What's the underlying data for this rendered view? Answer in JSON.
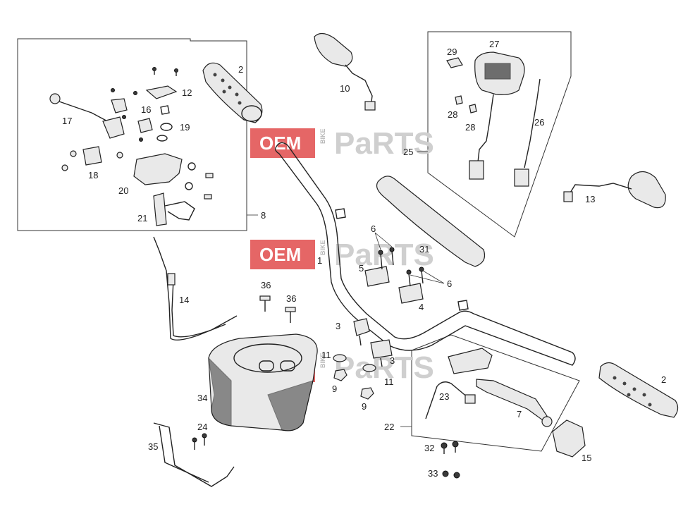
{
  "watermark": {
    "brand": "OEM",
    "sub": "BIKE",
    "word": "PaRTS"
  },
  "colors": {
    "watermark_red": "#e04b4b",
    "watermark_grey": "#cfcfcf",
    "line": "#222222"
  },
  "callouts": [
    "1",
    "2",
    "2",
    "3",
    "3",
    "4",
    "5",
    "6",
    "6",
    "7",
    "8",
    "9",
    "9",
    "10",
    "11",
    "11",
    "12",
    "13",
    "14",
    "15",
    "16",
    "17",
    "18",
    "19",
    "20",
    "21",
    "22",
    "23",
    "24",
    "25",
    "26",
    "27",
    "28",
    "28",
    "29",
    "31",
    "32",
    "33",
    "34",
    "35",
    "36",
    "36"
  ]
}
